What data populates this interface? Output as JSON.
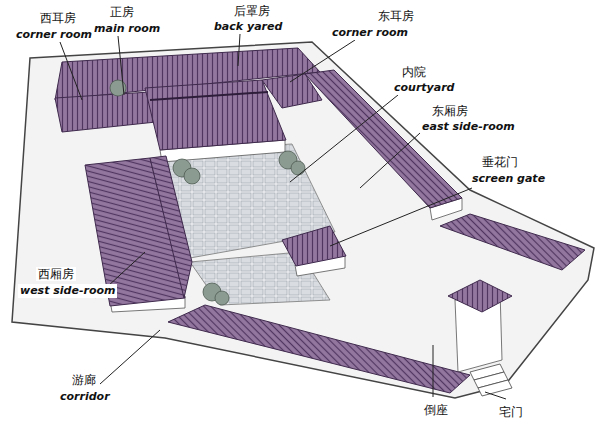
{
  "diagram": {
    "labels": [
      "正房",
      "main room",
      "后罩房",
      "back yared",
      "东耳房",
      "corner room",
      "西耳房",
      "corner room",
      "内院",
      "courtyard",
      "东厢房",
      "east side-room",
      "垂花门",
      "screen gate",
      "西厢房",
      "west side-room",
      "游廊",
      "corridor",
      "倒座",
      "宅门"
    ]
  }
}
